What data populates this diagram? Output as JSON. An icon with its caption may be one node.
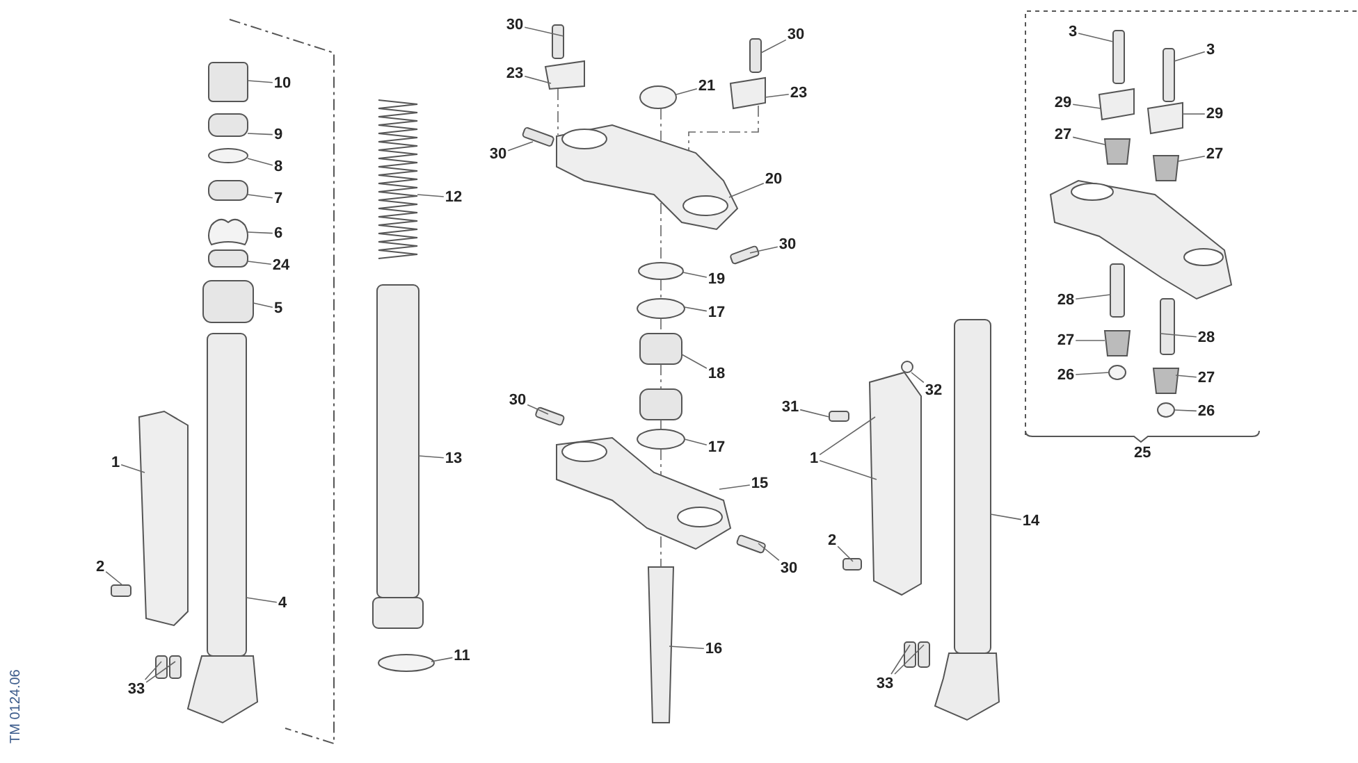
{
  "diagram": {
    "nodes": [
      {
        "text": [
          "10"
        ]
      },
      {
        "text": [
          "9"
        ]
      },
      {
        "text": [
          "8"
        ]
      },
      {
        "text": [
          "7"
        ]
      },
      {
        "text": [
          "6"
        ]
      },
      {
        "text": [
          "24"
        ]
      },
      {
        "text": [
          "5"
        ]
      },
      {
        "text": [
          "1"
        ]
      },
      {
        "text": [
          "2"
        ]
      },
      {
        "text": [
          "4"
        ]
      },
      {
        "text": [
          "33"
        ]
      },
      {
        "text": [
          "12"
        ]
      },
      {
        "text": [
          "13"
        ]
      },
      {
        "text": [
          "11"
        ]
      },
      {
        "text": [
          "30"
        ]
      },
      {
        "text": [
          "23"
        ]
      },
      {
        "text": [
          "30"
        ]
      },
      {
        "text": [
          "21"
        ]
      },
      {
        "text": [
          "23"
        ]
      },
      {
        "text": [
          "30"
        ]
      },
      {
        "text": [
          "20"
        ]
      },
      {
        "text": [
          "30"
        ]
      },
      {
        "text": [
          "19"
        ]
      },
      {
        "text": [
          "17"
        ]
      },
      {
        "text": [
          "18"
        ]
      },
      {
        "text": [
          "30"
        ]
      },
      {
        "text": [
          "17"
        ]
      },
      {
        "text": [
          "15"
        ]
      },
      {
        "text": [
          "30"
        ]
      },
      {
        "text": [
          "16"
        ]
      },
      {
        "text": [
          "31"
        ]
      },
      {
        "text": [
          "32"
        ]
      },
      {
        "text": [
          "1"
        ]
      },
      {
        "text": [
          "2"
        ]
      },
      {
        "text": [
          "14"
        ]
      },
      {
        "text": [
          "33"
        ]
      },
      {
        "text": [
          "3"
        ]
      },
      {
        "text": [
          "3"
        ]
      },
      {
        "text": [
          "29"
        ]
      },
      {
        "text": [
          "29"
        ]
      },
      {
        "text": [
          "27"
        ]
      },
      {
        "text": [
          "27"
        ]
      },
      {
        "text": [
          "28"
        ]
      },
      {
        "text": [
          "28"
        ]
      },
      {
        "text": [
          "27"
        ]
      },
      {
        "text": [
          "27"
        ]
      },
      {
        "text": [
          "26"
        ]
      },
      {
        "text": [
          "26"
        ]
      },
      {
        "text": [],
        "shape": "cylinder"
      },
      {
        "text": [],
        "shape": "cylinder"
      },
      {
        "text": [],
        "shape": "circle"
      },
      {
        "text": [],
        "shape": "cylinder"
      },
      {
        "text": [],
        "shape": "circle"
      },
      {
        "text": [],
        "shape": "cylinder"
      },
      {
        "text": [],
        "shape": "cylinder"
      },
      {
        "text": [],
        "shape": "box"
      },
      {
        "text": [],
        "shape": "cylinder"
      },
      {
        "text": [],
        "shape": "bar"
      },
      {
        "text": [],
        "shape": "cylinder"
      },
      {
        "text": [],
        "shape": "cylinder"
      },
      {
        "text": [],
        "shape": "coil"
      },
      {
        "text": [],
        "shape": "bar"
      },
      {
        "text": [],
        "shape": "circle"
      },
      {
        "text": [],
        "shape": "cylinder"
      },
      {
        "text": [],
        "shape": "box"
      },
      {
        "text": [],
        "shape": "cylinder"
      },
      {
        "text": [],
        "shape": "circle"
      },
      {
        "text": [],
        "shape": "box"
      },
      {
        "text": [],
        "shape": "cylinder"
      },
      {
        "text": [],
        "shape": "box"
      },
      {
        "text": [],
        "shape": "cylinder"
      },
      {
        "text": [],
        "shape": "circle"
      },
      {
        "text": [],
        "shape": "circle"
      },
      {
        "text": [],
        "shape": "cylinder"
      },
      {
        "text": [],
        "shape": "cylinder"
      },
      {
        "text": [],
        "shape": "cylinder"
      },
      {
        "text": [],
        "shape": "circle"
      },
      {
        "text": [],
        "shape": "box"
      },
      {
        "text": [],
        "shape": "cylinder"
      },
      {
        "text": [],
        "shape": "bar"
      },
      {
        "text": [],
        "shape": "cylinder"
      },
      {
        "text": [],
        "shape": "circle"
      },
      {
        "text": [],
        "shape": "box"
      },
      {
        "text": [],
        "shape": "cylinder"
      },
      {
        "text": [],
        "shape": "bar"
      },
      {
        "text": [],
        "shape": "cylinder"
      },
      {
        "text": [],
        "shape": "cylinder"
      },
      {
        "text": [],
        "shape": "cylinder"
      },
      {
        "text": [],
        "shape": "cylinder"
      },
      {
        "text": [],
        "shape": "box"
      },
      {
        "text": [],
        "shape": "box"
      },
      {
        "text": [],
        "shape": "cone"
      },
      {
        "text": [],
        "shape": "cone"
      },
      {
        "text": [],
        "shape": "cylinder"
      },
      {
        "text": [],
        "shape": "cylinder"
      },
      {
        "text": [],
        "shape": "cone"
      },
      {
        "text": [],
        "shape": "cone"
      },
      {
        "text": [],
        "shape": "circle"
      },
      {
        "text": [],
        "shape": "circle"
      },
      {
        "text": [],
        "shape": "box"
      }
    ],
    "edges": [
      {
        "from": 0,
        "to": 48,
        "arrow": "none"
      },
      {
        "from": 1,
        "to": 49,
        "arrow": "none"
      },
      {
        "from": 2,
        "to": 50,
        "arrow": "none"
      },
      {
        "from": 3,
        "to": 51,
        "arrow": "none"
      },
      {
        "from": 4,
        "to": 52,
        "arrow": "none"
      },
      {
        "from": 5,
        "to": 53,
        "arrow": "none"
      },
      {
        "from": 6,
        "to": 54,
        "arrow": "none"
      },
      {
        "from": 7,
        "to": 55,
        "arrow": "none"
      },
      {
        "from": 8,
        "to": 56,
        "arrow": "none"
      },
      {
        "from": 9,
        "to": 57,
        "arrow": "none"
      },
      {
        "from": 10,
        "to": 58,
        "arrow": "none"
      },
      {
        "from": 10,
        "to": 59,
        "arrow": "none"
      },
      {
        "from": 11,
        "to": 60,
        "arrow": "none"
      },
      {
        "from": 12,
        "to": 61,
        "arrow": "none"
      },
      {
        "from": 13,
        "to": 62,
        "arrow": "none"
      },
      {
        "from": 14,
        "to": 63,
        "arrow": "none"
      },
      {
        "from": 15,
        "to": 64,
        "arrow": "none"
      },
      {
        "from": 16,
        "to": 65,
        "arrow": "none"
      },
      {
        "from": 17,
        "to": 66,
        "arrow": "none"
      },
      {
        "from": 18,
        "to": 67,
        "arrow": "none"
      },
      {
        "from": 19,
        "to": 68,
        "arrow": "none"
      },
      {
        "from": 20,
        "to": 69,
        "arrow": "none"
      },
      {
        "from": 21,
        "to": 70,
        "arrow": "none"
      },
      {
        "from": 22,
        "to": 71,
        "arrow": "none"
      },
      {
        "from": 23,
        "to": 72,
        "arrow": "none"
      },
      {
        "from": 24,
        "to": 73,
        "arrow": "none"
      },
      {
        "from": 25,
        "to": 75,
        "arrow": "none"
      },
      {
        "from": 26,
        "to": 76,
        "arrow": "none"
      },
      {
        "from": 27,
        "to": 77,
        "arrow": "none"
      },
      {
        "from": 28,
        "to": 78,
        "arrow": "none"
      },
      {
        "from": 29,
        "to": 79,
        "arrow": "none"
      },
      {
        "from": 30,
        "to": 80,
        "arrow": "none"
      },
      {
        "from": 31,
        "to": 81,
        "arrow": "none"
      },
      {
        "from": 32,
        "to": 82,
        "arrow": "none"
      },
      {
        "from": 32,
        "to": 82,
        "arrow": "none"
      },
      {
        "from": 33,
        "to": 83,
        "arrow": "none"
      },
      {
        "from": 34,
        "to": 84,
        "arrow": "none"
      },
      {
        "from": 35,
        "to": 85,
        "arrow": "none"
      },
      {
        "from": 35,
        "to": 86,
        "arrow": "none"
      },
      {
        "from": 36,
        "to": 87,
        "arrow": "none"
      },
      {
        "from": 37,
        "to": 88,
        "arrow": "none"
      },
      {
        "from": 38,
        "to": 89,
        "arrow": "none"
      },
      {
        "from": 39,
        "to": 90,
        "arrow": "none"
      },
      {
        "from": 40,
        "to": 91,
        "arrow": "none"
      },
      {
        "from": 41,
        "to": 92,
        "arrow": "none"
      },
      {
        "from": 42,
        "to": 93,
        "arrow": "none"
      },
      {
        "from": 43,
        "to": 94,
        "arrow": "none"
      },
      {
        "from": 44,
        "to": 95,
        "arrow": "none"
      },
      {
        "from": 45,
        "to": 96,
        "arrow": "none"
      },
      {
        "from": 46,
        "to": 97,
        "arrow": "none"
      },
      {
        "from": 47,
        "to": 98,
        "arrow": "none"
      },
      {
        "from": 64,
        "to": 69,
        "arrow": "none",
        "style": "dashed"
      },
      {
        "from": 67,
        "to": 69,
        "arrow": "none",
        "style": "dashed"
      },
      {
        "from": 66,
        "to": 69,
        "arrow": "none",
        "style": "dashed"
      },
      {
        "from": 69,
        "to": 71,
        "arrow": "none",
        "style": "dashed"
      },
      {
        "from": 71,
        "to": 72,
        "arrow": "none",
        "style": "dashed"
      },
      {
        "from": 72,
        "to": 73,
        "arrow": "none",
        "style": "dashed"
      },
      {
        "from": 73,
        "to": 74,
        "arrow": "none",
        "style": "dashed"
      },
      {
        "from": 74,
        "to": 76,
        "arrow": "none",
        "style": "dashed"
      },
      {
        "from": 76,
        "to": 77,
        "arrow": "none",
        "style": "dashed"
      },
      {
        "from": 77,
        "to": 79,
        "arrow": "none",
        "style": "dashed"
      }
    ],
    "labels": [
      "25",
      "TM 0124.06"
    ]
  }
}
